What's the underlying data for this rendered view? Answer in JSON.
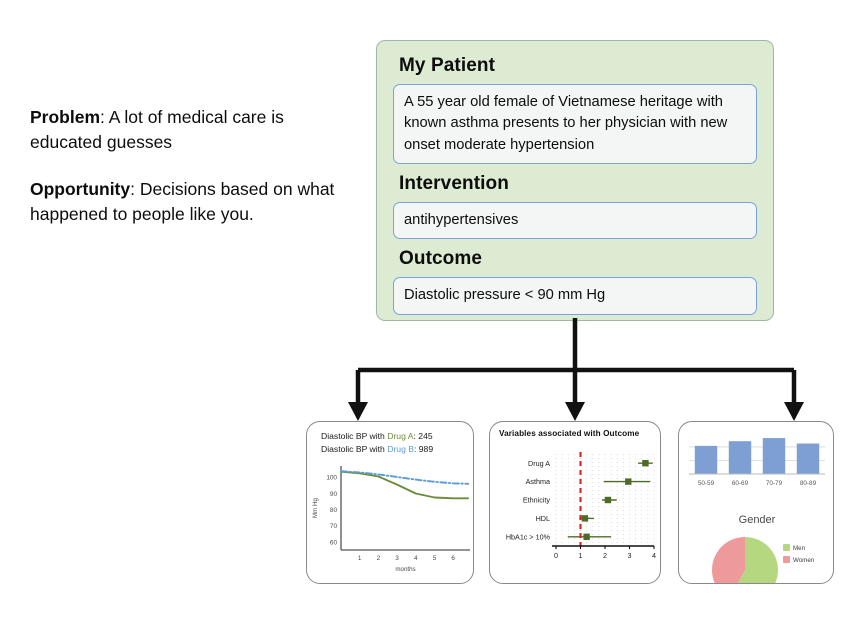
{
  "left_panel": {
    "problem_lead": "Problem",
    "problem_text": ": A lot of medical care is educated guesses",
    "opportunity_lead": "Opportunity",
    "opportunity_text": ": Decisions based on what happened to people like you."
  },
  "pico": {
    "patient_heading": "My Patient",
    "patient_value": "A 55 year old female of Vietnamese heritage with known asthma presents to her physician with new onset moderate hypertension",
    "intervention_heading": "Intervention",
    "intervention_value": "antihypertensives",
    "outcome_heading": "Outcome",
    "outcome_value": "Diastolic pressure < 90 mm Hg",
    "panel_fill": "#dcebd1",
    "panel_border": "#9fb8a4",
    "field_border": "#7aa2de"
  },
  "cards": {
    "line_card": {
      "legend": [
        {
          "prefix": "Diastolic BP with ",
          "drug": "Drug A",
          "suffix": ": 245",
          "color": "#6c8c3c"
        },
        {
          "prefix": "Diastolic BP with ",
          "drug": "Drug B",
          "suffix": ": 989",
          "color": "#5b9bd5"
        }
      ]
    },
    "forest_card": {
      "title": "Variables associated with Outcome"
    },
    "demo_card": {
      "gender_title": "Gender",
      "legend": [
        {
          "label": "Men",
          "color": "#b5d77f"
        },
        {
          "label": "Women",
          "color": "#ef9a9a"
        }
      ]
    }
  },
  "chart_data": [
    {
      "type": "line",
      "title": "Diastolic BP over time",
      "xlabel": "months",
      "ylabel": "Mm Hg",
      "x": [
        0,
        1,
        2,
        3,
        4,
        5,
        6,
        6.8
      ],
      "xticks": [
        1,
        2,
        3,
        4,
        5,
        6
      ],
      "yticks": [
        60,
        70,
        80,
        90,
        100
      ],
      "ylim": [
        55,
        107
      ],
      "xlim": [
        0,
        6.9
      ],
      "grid": false,
      "series": [
        {
          "name": "Drug A",
          "color": "#6c8c3c",
          "style": "solid",
          "values": [
            103.5,
            102.5,
            100.5,
            95.5,
            90.0,
            87.5,
            87.0,
            87.0
          ]
        },
        {
          "name": "Drug B",
          "color": "#5b9bd5",
          "style": "dash-dot",
          "values": [
            103.8,
            103.0,
            101.8,
            100.2,
            98.6,
            97.2,
            96.3,
            96.0
          ]
        }
      ]
    },
    {
      "type": "forest",
      "title": "Variables associated with Outcome",
      "xlabel": "",
      "xticks": [
        0,
        1,
        2,
        3,
        4
      ],
      "xlim": [
        0,
        4
      ],
      "reference_line": 1,
      "reference_color": "#e02020",
      "grid": true,
      "marker_color": "#4f6b2a",
      "categories": [
        "Drug A",
        "Asthma",
        "Ethnicity",
        "HDL",
        "HbA1c > 10%"
      ],
      "estimates": [
        3.65,
        2.95,
        2.12,
        1.18,
        1.25
      ],
      "ci_low": [
        3.35,
        1.95,
        1.88,
        0.95,
        0.48
      ],
      "ci_high": [
        3.95,
        3.85,
        2.48,
        1.55,
        2.25
      ]
    },
    {
      "type": "bar",
      "title": "",
      "xlabel": "",
      "ylabel": "",
      "categories": [
        "50-59",
        "60-69",
        "70-79",
        "80-89"
      ],
      "values": [
        72,
        84,
        92,
        78
      ],
      "ylim": [
        0,
        105
      ],
      "grid": true,
      "bar_color": "#7d9fd4"
    },
    {
      "type": "pie",
      "title": "Gender",
      "labels": [
        "Men",
        "Women"
      ],
      "values": [
        58,
        42
      ],
      "colors": [
        "#b5d77f",
        "#ef9a9a"
      ],
      "legend_position": "right"
    }
  ]
}
